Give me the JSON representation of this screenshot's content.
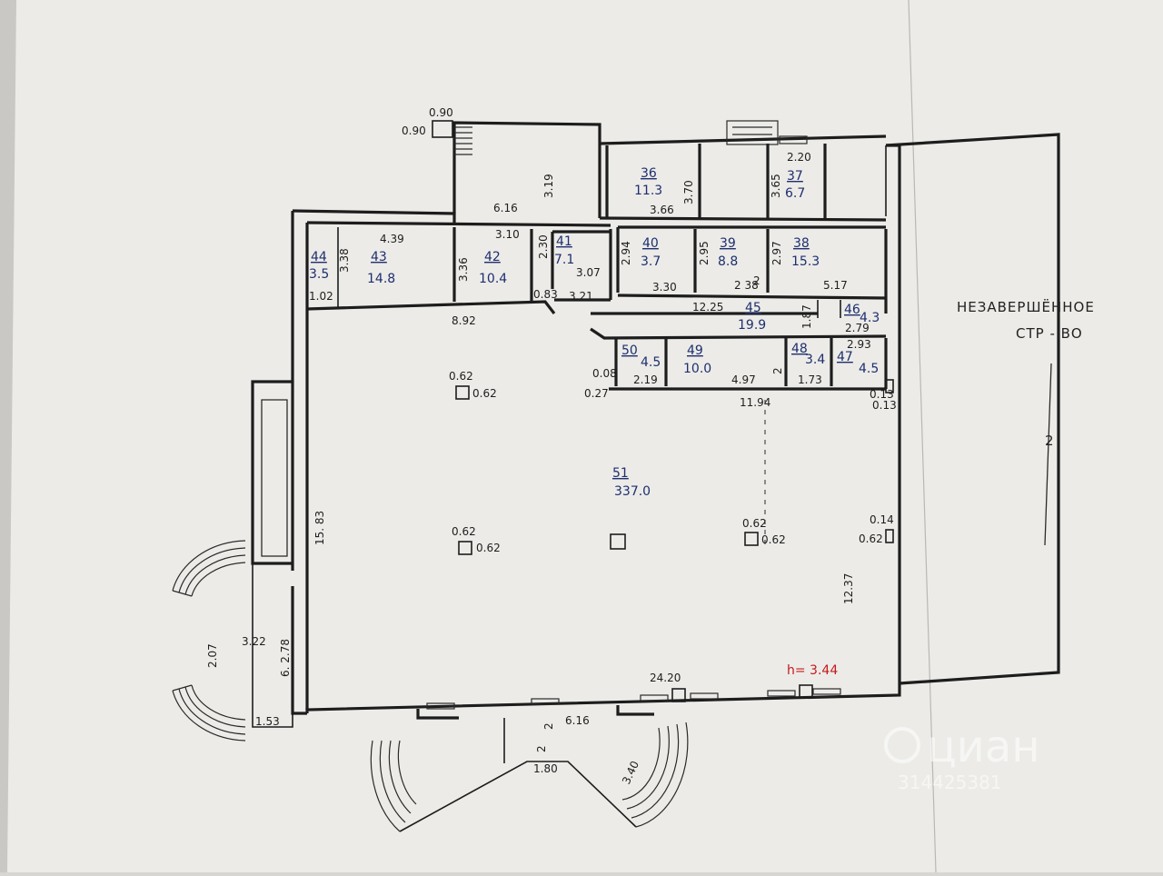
{
  "plan": {
    "rooms": [
      {
        "id": "r36",
        "number": "36",
        "area": "11.3"
      },
      {
        "id": "r37",
        "number": "37",
        "area": "6.7"
      },
      {
        "id": "r38",
        "number": "38",
        "area": "15.3"
      },
      {
        "id": "r39",
        "number": "39",
        "area": "8.8"
      },
      {
        "id": "r40",
        "number": "40",
        "area": "3.7"
      },
      {
        "id": "r41",
        "number": "41",
        "area": "7.1"
      },
      {
        "id": "r42",
        "number": "42",
        "area": "10.4"
      },
      {
        "id": "r43",
        "number": "43",
        "area": "14.8"
      },
      {
        "id": "r44",
        "number": "44",
        "area": "3.5"
      },
      {
        "id": "r45",
        "number": "45",
        "area": "19.9"
      },
      {
        "id": "r46",
        "number": "46",
        "area": "4.3"
      },
      {
        "id": "r47",
        "number": "47",
        "area": "4.5"
      },
      {
        "id": "r48",
        "number": "48",
        "area": "3.4"
      },
      {
        "id": "r49",
        "number": "49",
        "area": "10.0"
      },
      {
        "id": "r50",
        "number": "50",
        "area": "4.5"
      },
      {
        "id": "r51",
        "number": "51",
        "area": "337.0"
      }
    ],
    "dimensions": {
      "d090a": "0.90",
      "d090b": "0.90",
      "d319": "3.19",
      "d616top": "6.16",
      "d310": "3.10",
      "d370": "3.70",
      "d366": "3.66",
      "d220": "2.20",
      "d365": "3.65",
      "d439": "4.39",
      "d338": "3.38",
      "d102": "1.02",
      "d356": "3.36",
      "d230": "2.30",
      "d307": "3.07",
      "d083": "0.83",
      "d321": "3.21",
      "d294": "2.94",
      "d295": "2.95",
      "d297": "2.97",
      "d330": "3.30",
      "d1225": "12.25",
      "d238": "2 38",
      "d517": "5.17",
      "d892": "8.92",
      "d062a": "0.62",
      "d062b": "0.62",
      "d062c": "0.62",
      "d062d": "0.62",
      "d062e": "0.62",
      "d062f": "0.62",
      "d062g": "0.62",
      "d014": "0.14",
      "d008": "0.08",
      "d027": "0.27",
      "d219": "2.19",
      "d497": "4.97",
      "d173": "1.73",
      "d013a": "0.13",
      "d013b": "0.13",
      "d1194": "11.94",
      "d1583": "15. 83",
      "d1237": "12.37",
      "d2420": "24.20",
      "d322": "3.22",
      "d278": "6. 2.78",
      "d207": "2.07",
      "d153": "1.53",
      "d616b": "6.16",
      "d2b": "2",
      "d2c": "2",
      "d180": "1.80",
      "d340": "3.40",
      "d2a": "2",
      "d279": "2.79",
      "d293": "2.93",
      "d187": "1.87",
      "d2_2": "2"
    },
    "note_line1": "НЕЗАВЕРШЁННОЕ",
    "note_line2": "СТР - ВО",
    "section_mark": "2",
    "ceiling_height": "h= 3.44",
    "watermark_brand": "циан",
    "watermark_id": "314425381"
  }
}
